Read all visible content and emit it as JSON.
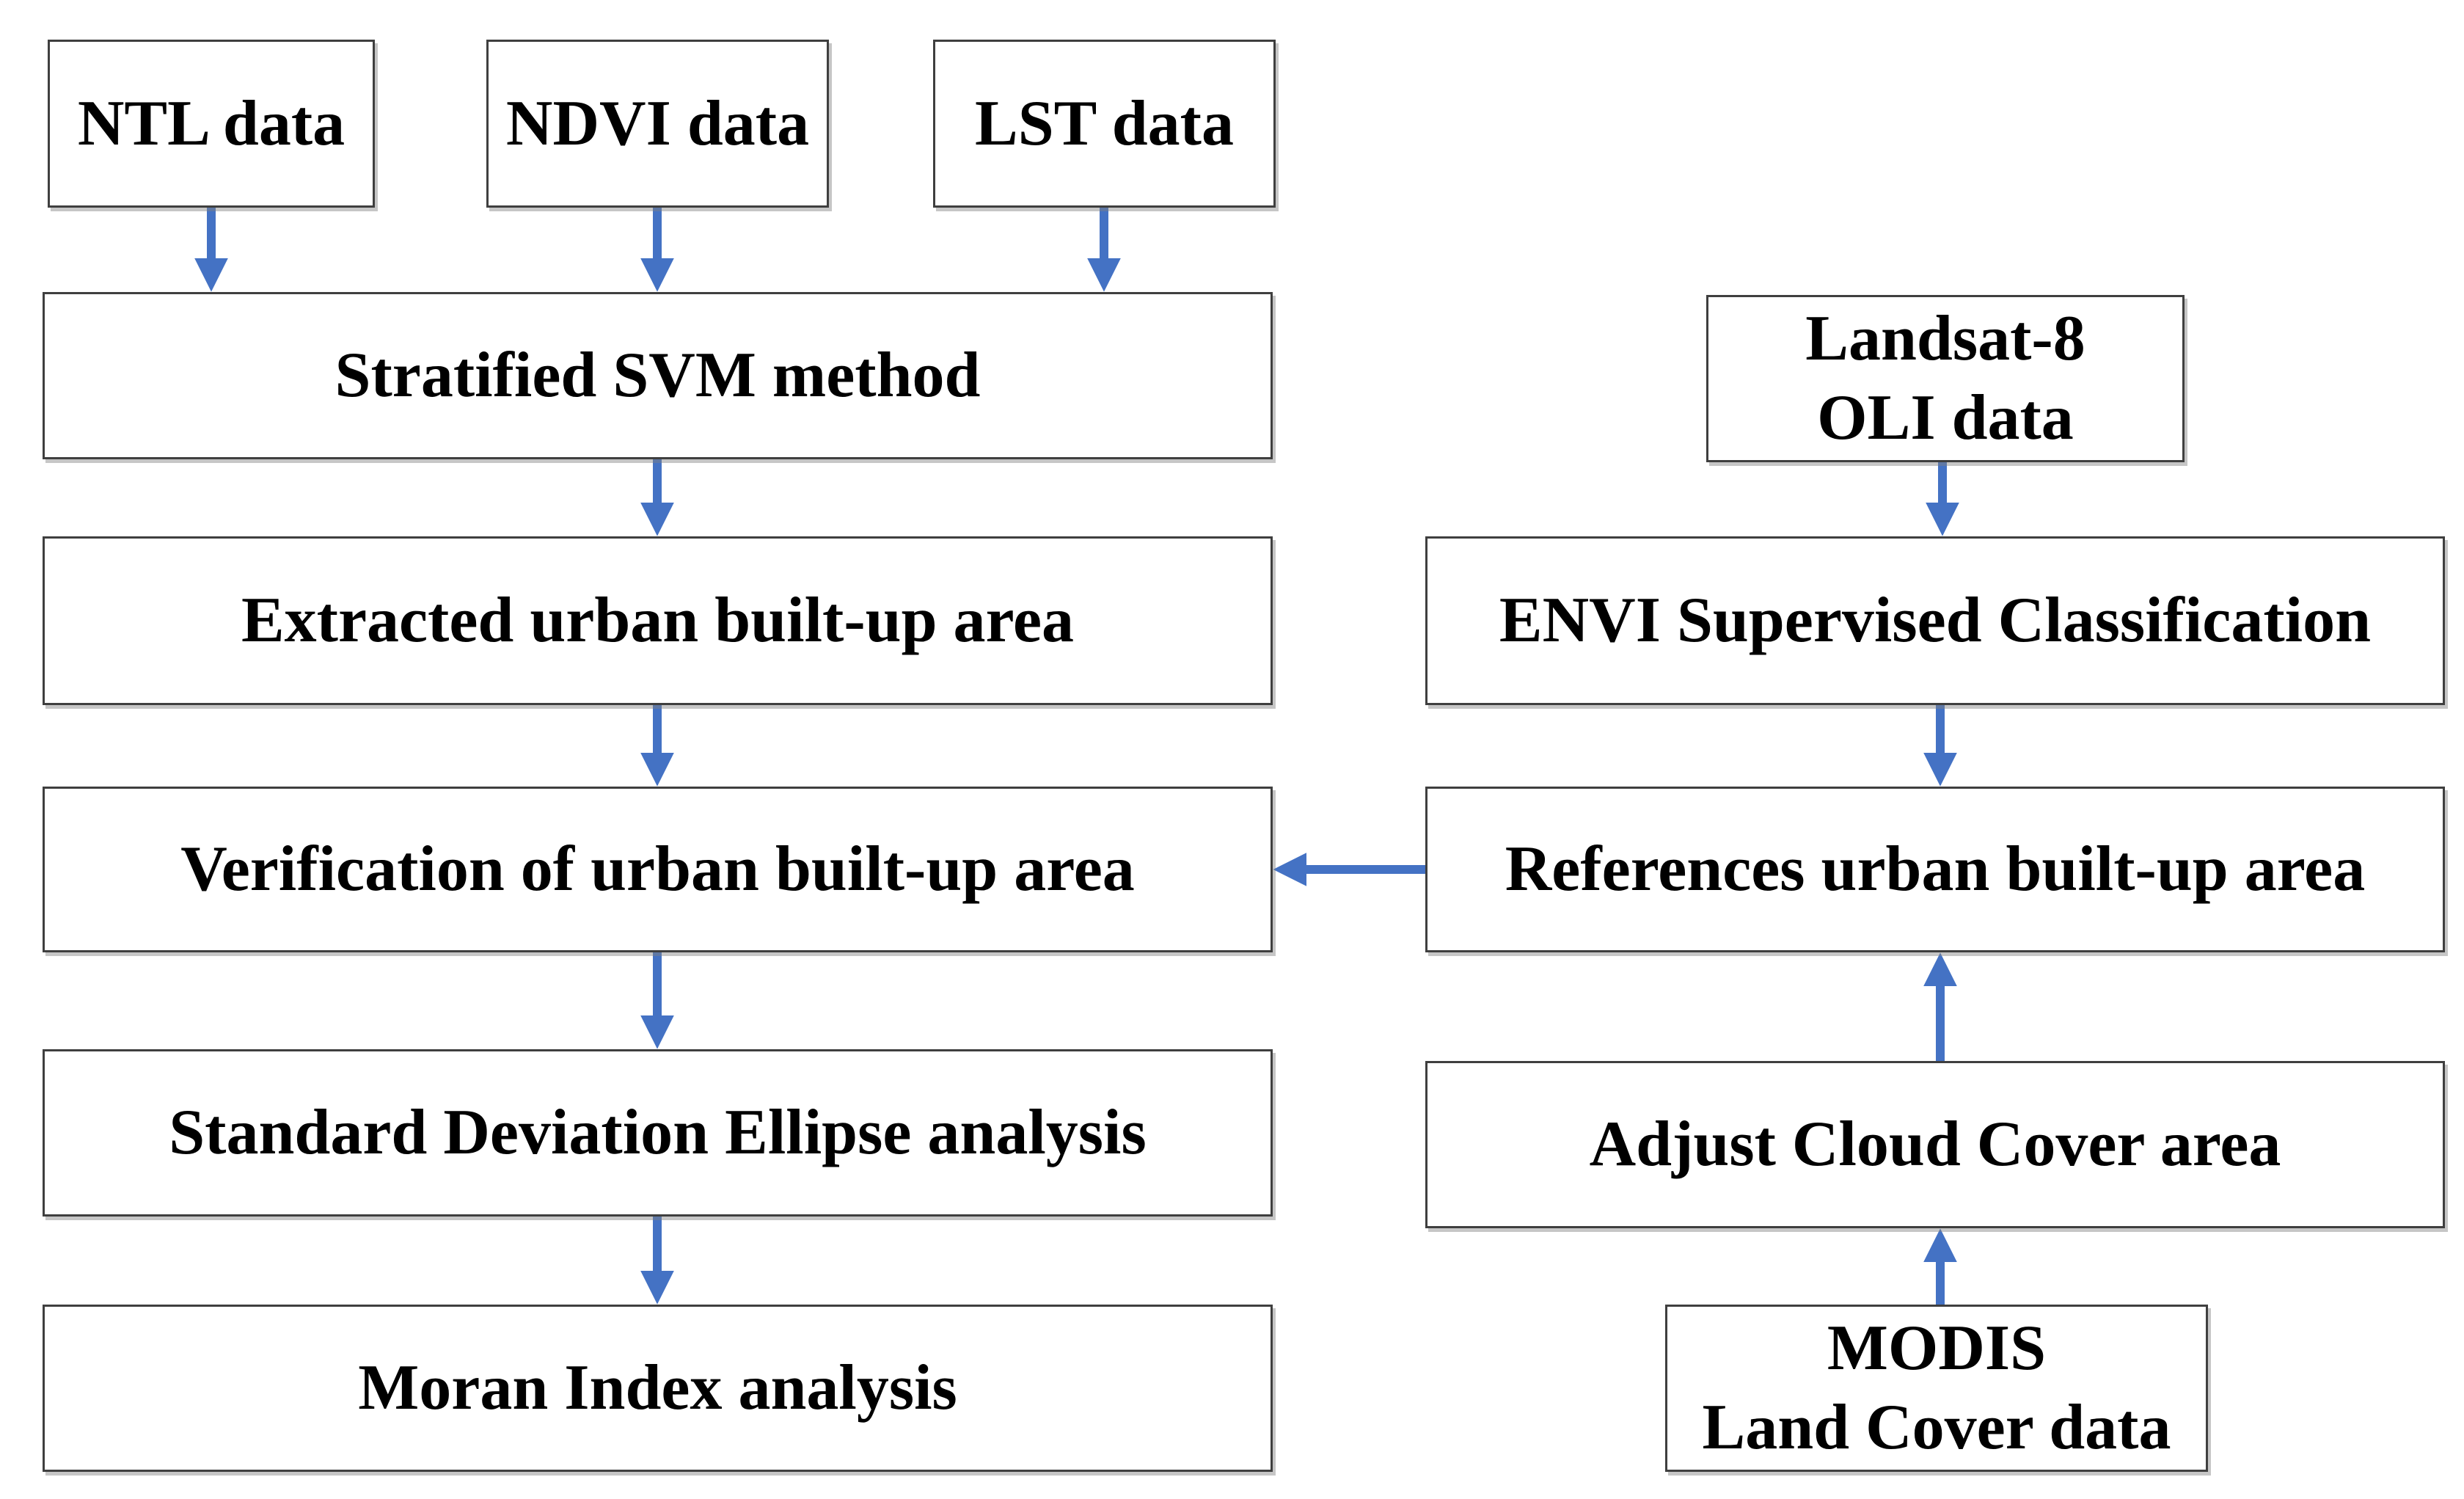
{
  "diagram": {
    "type": "flowchart",
    "title": "Urban built-up area extraction workflow",
    "arrow_color": "#4472C4",
    "box_border_color": "#3f3f3f",
    "text_color": "#000000",
    "background_color": "#ffffff",
    "nodes": {
      "ntl": {
        "label": "NTL data"
      },
      "ndvi": {
        "label": "NDVI data"
      },
      "lst": {
        "label": "LST data"
      },
      "svm": {
        "label": "Stratified SVM method"
      },
      "extracted": {
        "label": "Extracted urban built-up area"
      },
      "verification": {
        "label": "Verification of urban built-up area"
      },
      "sde": {
        "label": "Standard Deviation Ellipse analysis"
      },
      "moran": {
        "label": "Moran Index analysis"
      },
      "landsat": {
        "line1": "Landsat-8",
        "line2": "OLI data"
      },
      "envi": {
        "label": "ENVI Supervised Classification"
      },
      "references": {
        "label": "References urban built-up area"
      },
      "adjust": {
        "label": "Adjust Cloud Cover area"
      },
      "modis": {
        "line1": "MODIS",
        "line2": "Land Cover data"
      }
    },
    "edges": [
      {
        "from": "NTL data",
        "to": "Stratified SVM method",
        "direction": "down"
      },
      {
        "from": "NDVI data",
        "to": "Stratified SVM method",
        "direction": "down"
      },
      {
        "from": "LST data",
        "to": "Stratified SVM method",
        "direction": "down"
      },
      {
        "from": "Stratified SVM method",
        "to": "Extracted urban built-up area",
        "direction": "down"
      },
      {
        "from": "Extracted urban built-up area",
        "to": "Verification of urban built-up area",
        "direction": "down"
      },
      {
        "from": "Verification of urban built-up area",
        "to": "Standard Deviation Ellipse analysis",
        "direction": "down"
      },
      {
        "from": "Standard Deviation Ellipse analysis",
        "to": "Moran Index analysis",
        "direction": "down"
      },
      {
        "from": "Landsat-8 OLI data",
        "to": "ENVI Supervised Classification",
        "direction": "down"
      },
      {
        "from": "ENVI Supervised Classification",
        "to": "References urban built-up area",
        "direction": "down"
      },
      {
        "from": "References urban built-up area",
        "to": "Verification of urban built-up area",
        "direction": "left"
      },
      {
        "from": "Adjust Cloud Cover area",
        "to": "References urban built-up area",
        "direction": "up"
      },
      {
        "from": "MODIS Land Cover data",
        "to": "Adjust Cloud Cover area",
        "direction": "up"
      }
    ]
  }
}
